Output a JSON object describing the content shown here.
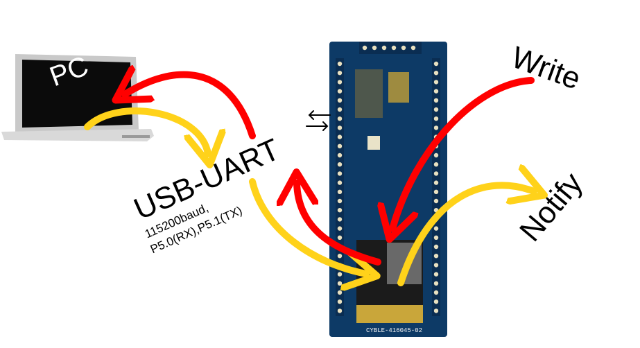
{
  "labels": {
    "pc": "PC",
    "usb_uart": "USB-UART",
    "baud": "115200baud,",
    "pins": "P5.0(RX),P5.1(TX)",
    "write": "Write",
    "notify": "Notify",
    "module": "CYBLE-416045-02"
  },
  "colors": {
    "write_arrow": "#ff0000",
    "notify_arrow": "#ffd21a",
    "board": "#0d3a66",
    "laptop_body": "#d8d8d8",
    "laptop_screen": "#0b0b0b"
  }
}
